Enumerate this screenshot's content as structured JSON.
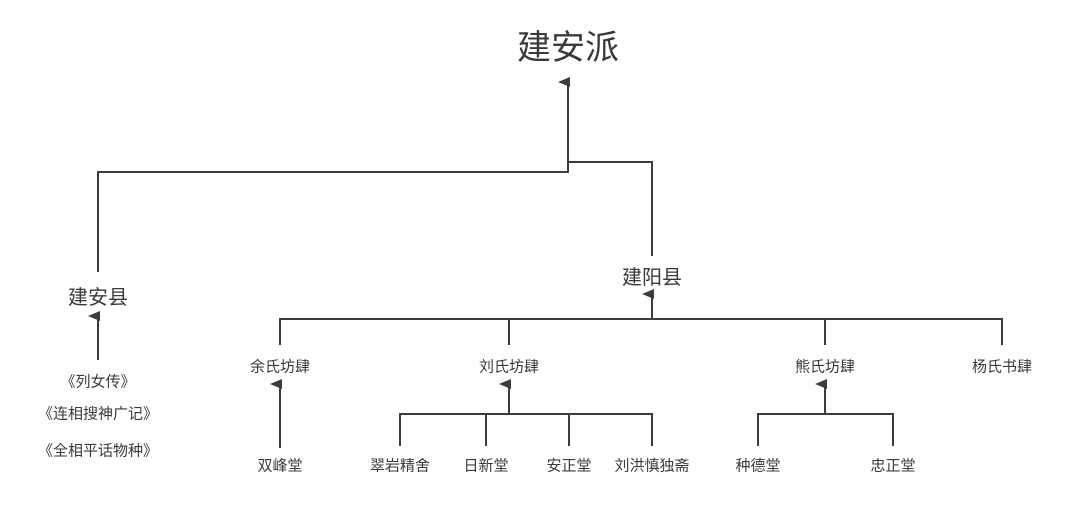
{
  "diagram": {
    "type": "hierarchy",
    "line_color": "#3c3c3c",
    "root": {
      "label": "建安派"
    },
    "counties": [
      {
        "label": "建安县",
        "works": [
          "《列女传》",
          "《连相搜神广记》",
          "《全相平话物种》"
        ]
      },
      {
        "label": "建阳县"
      }
    ],
    "shops": [
      {
        "label": "余氏坊肆",
        "children": [
          "双峰堂"
        ]
      },
      {
        "label": "刘氏坊肆",
        "children": [
          "翠岩精舍",
          "日新堂",
          "安正堂",
          "刘洪慎独斋"
        ]
      },
      {
        "label": "熊氏坊肆",
        "children": [
          "种德堂",
          "忠正堂"
        ]
      },
      {
        "label": "杨氏书肆",
        "children": []
      }
    ]
  }
}
